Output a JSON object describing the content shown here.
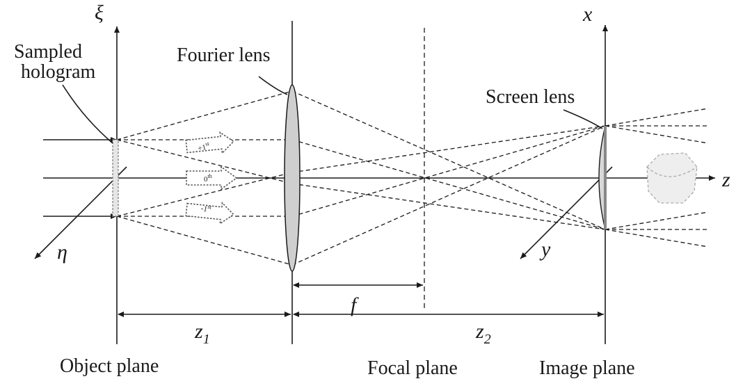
{
  "labels": {
    "sampled_hologram_line1": "Sampled",
    "sampled_hologram_line2": "hologram",
    "fourier_lens": "Fourier lens",
    "screen_lens": "Screen lens",
    "object_plane": "Object plane",
    "focal_plane": "Focal plane",
    "image_plane": "Image plane"
  },
  "axes": {
    "xi": "ξ",
    "eta": "η",
    "x": "x",
    "y": "y",
    "z": "z"
  },
  "dimensions": {
    "f": "f",
    "z1_main": "z",
    "z1_sub": "1",
    "z2_main": "z",
    "z2_sub": "2"
  },
  "orders": {
    "plus_first": "+1",
    "plus_first_sup": "st",
    "zeroth": "0",
    "zeroth_sup": "th",
    "minus_first": "-1",
    "minus_first_sup": "st"
  },
  "colors": {
    "line": "#1a1a1a",
    "lens_fill": "#cfcfcf",
    "object_fill": "#e6e6e6"
  }
}
